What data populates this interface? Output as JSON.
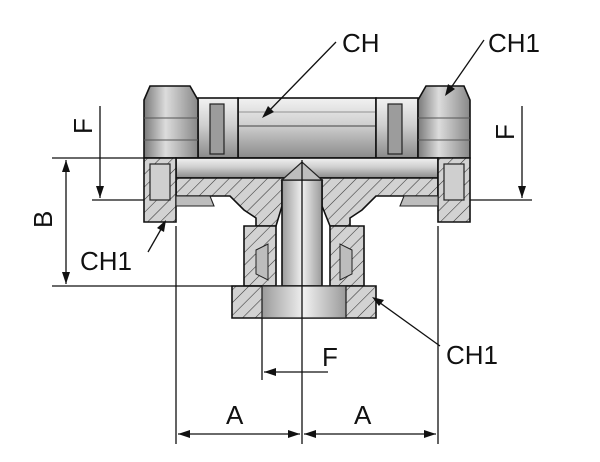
{
  "labels": {
    "ch": "CH",
    "ch1_top_right": "CH1",
    "ch1_left": "CH1",
    "ch1_bottom": "CH1",
    "f_left": "F",
    "f_right": "F",
    "f_bottom": "F",
    "b": "B",
    "a_left": "A",
    "a_right": "A"
  },
  "colors": {
    "metal_light": "#e6e6e6",
    "metal_mid": "#b4b4b4",
    "metal_dark": "#6e6e6e",
    "section": "#c8c8c8",
    "ink": "#111111"
  }
}
